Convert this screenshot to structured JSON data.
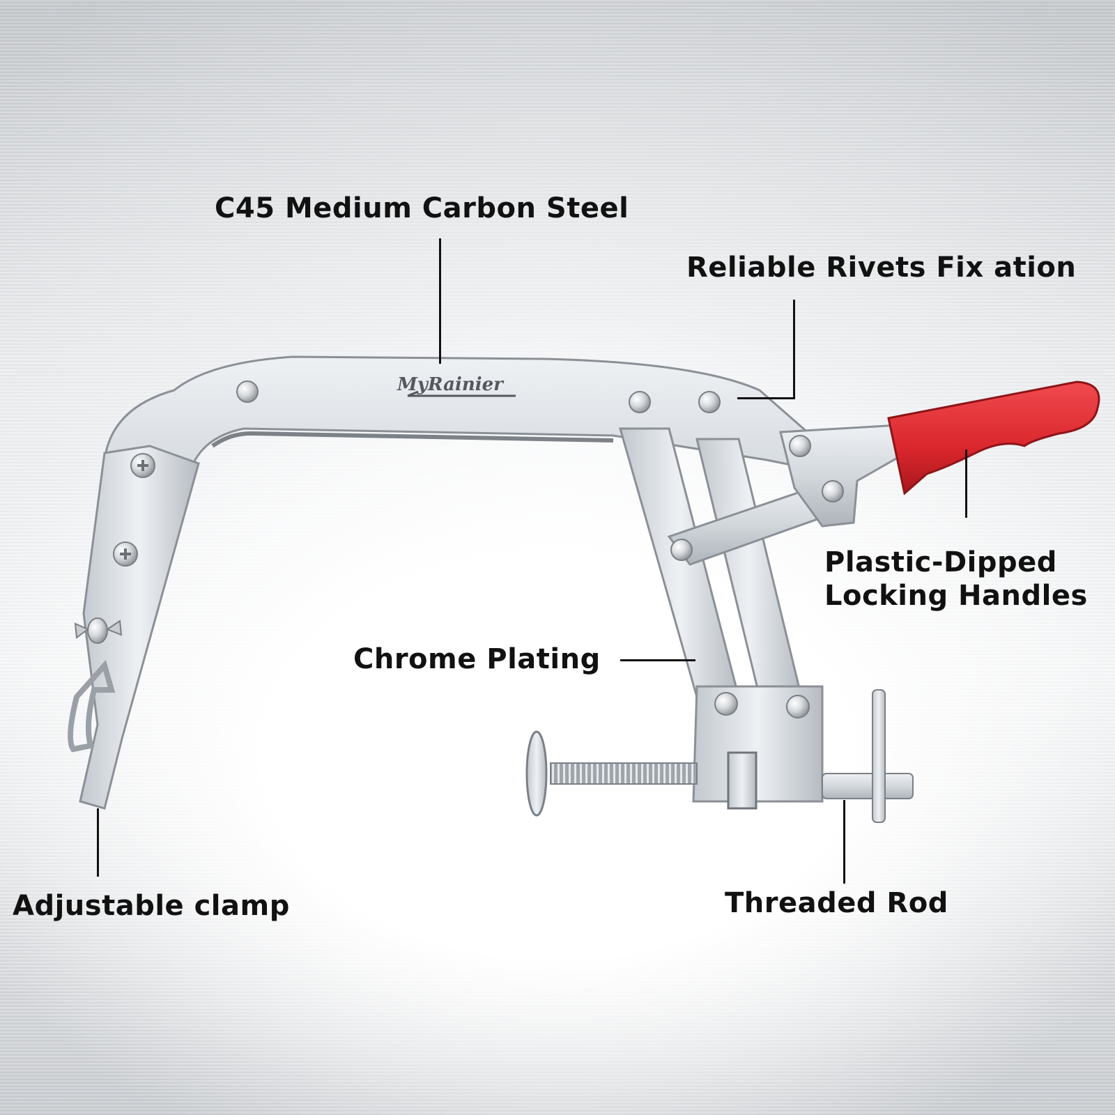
{
  "brand": {
    "logo_text": "MyRainier"
  },
  "colors": {
    "handle_red": "#d9262c",
    "steel": "#d5d9de",
    "text": "#111111"
  },
  "labels": {
    "steel": "C45 Medium Carbon Steel",
    "rivets": "Reliable Rivets Fix ation",
    "handles_line1": "Plastic-Dipped",
    "handles_line2": "Locking Handles",
    "plating": "Chrome Plating",
    "clamp": "Adjustable clamp",
    "rod": "Threaded Rod"
  }
}
